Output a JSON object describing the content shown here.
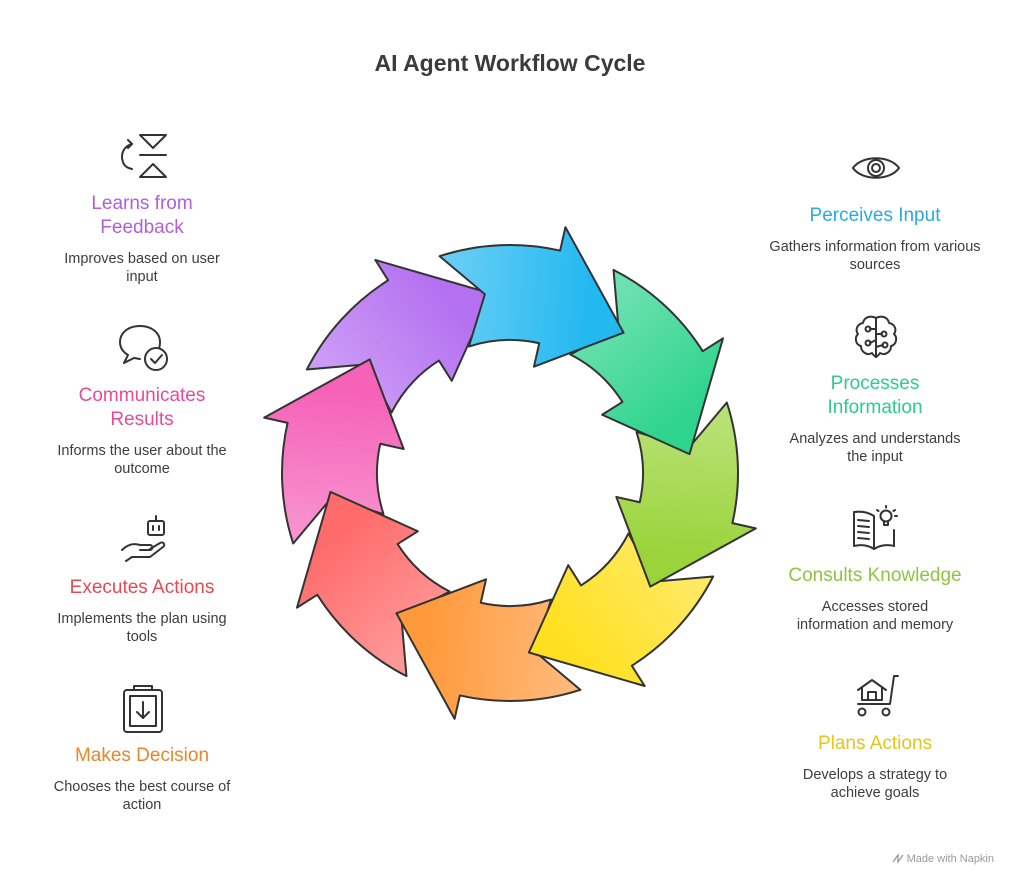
{
  "title": "AI Agent Workflow Cycle",
  "steps": [
    {
      "title": "Perceives Input",
      "desc": "Gathers information from various sources",
      "color": "#29abe2",
      "icon": "eye-icon"
    },
    {
      "title": "Processes Information",
      "desc": "Analyzes and understands the input",
      "color": "#2ecc8a",
      "icon": "brain-circuit-icon"
    },
    {
      "title": "Consults Knowledge",
      "desc": "Accesses stored information and memory",
      "color": "#8cc63f",
      "icon": "book-lightbulb-icon"
    },
    {
      "title": "Plans Actions",
      "desc": "Develops a strategy to achieve goals",
      "color": "#e6c619",
      "icon": "house-cart-icon"
    },
    {
      "title": "Makes Decision",
      "desc": "Chooses the best course of action",
      "color": "#e8862b",
      "icon": "clipboard-download-icon"
    },
    {
      "title": "Executes Actions",
      "desc": "Implements the plan using tools",
      "color": "#e8484f",
      "icon": "robot-hand-icon"
    },
    {
      "title": "Communicates Results",
      "desc": "Informs the user about the outcome",
      "color": "#e84a9a",
      "icon": "chat-check-icon"
    },
    {
      "title": "Learns from Feedback",
      "desc": "Improves based on user input",
      "color": "#b05ee0",
      "icon": "feedback-loop-icon"
    }
  ],
  "cycle_colors": [
    "#22b8f0",
    "#2fd48e",
    "#9ad43a",
    "#ffe020",
    "#ff9a3c",
    "#ff6a6a",
    "#f562b8",
    "#b470f0"
  ],
  "watermark": "Made with Napkin"
}
